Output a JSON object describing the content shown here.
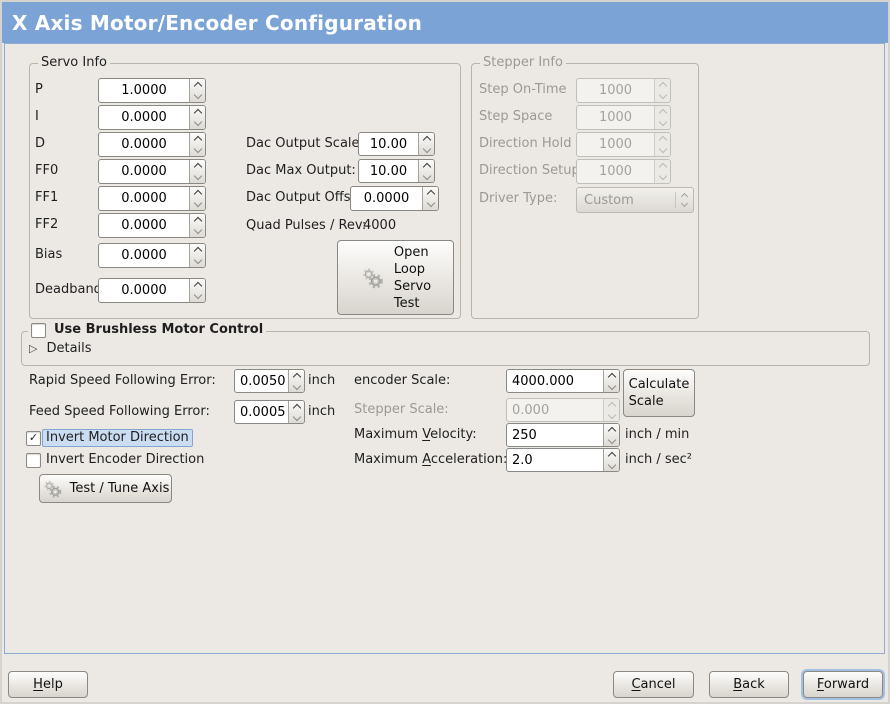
{
  "window": {
    "title": "X Axis Motor/Encoder Configuration"
  },
  "colors": {
    "titlebar": "#7ba3d6",
    "panel_border": "#8fadd2",
    "focus_highlight": "#cbddf2"
  },
  "icons": {
    "check": "✓",
    "expander_collapsed": "▷",
    "gear": "gears-icon"
  },
  "servo": {
    "title": "Servo Info",
    "fields": [
      {
        "label": "P",
        "value": "1.0000"
      },
      {
        "label": "I",
        "value": "0.0000"
      },
      {
        "label": "D",
        "value": "0.0000"
      },
      {
        "label": "FF0",
        "value": "0.0000"
      },
      {
        "label": "FF1",
        "value": "0.0000"
      },
      {
        "label": "FF2",
        "value": "0.0000"
      },
      {
        "label": "Bias",
        "value": "0.0000"
      },
      {
        "label": "Deadband",
        "value": "0.0000"
      }
    ],
    "dac": [
      {
        "label": "Dac Output Scale:",
        "value": "10.00"
      },
      {
        "label": "Dac Max Output:",
        "value": "10.00"
      },
      {
        "label": "Dac Output Offset:",
        "value": "0.0000"
      }
    ],
    "quad_pulses_label": "Quad Pulses / Rev:",
    "quad_pulses_value": "4000",
    "open_loop_button": "Open\nLoop\nServo\nTest"
  },
  "stepper": {
    "title": "Stepper Info",
    "fields": [
      {
        "label": "Step On-Time",
        "value": "1000"
      },
      {
        "label": "Step Space",
        "value": "1000"
      },
      {
        "label": "Direction Hold",
        "value": "1000"
      },
      {
        "label": "Direction Setup",
        "value": "1000"
      }
    ],
    "driver_type_label": "Driver Type:",
    "driver_type_value": "Custom"
  },
  "brushless": {
    "checkbox_label": "Use Brushless Motor Control",
    "checked": false,
    "details_label": "Details"
  },
  "tuning": {
    "rapid_error": {
      "label": "Rapid Speed Following Error:",
      "value": "0.0050",
      "unit": "inch"
    },
    "feed_error": {
      "label": "Feed Speed Following Error:",
      "value": "0.0005",
      "unit": "inch"
    },
    "invert_motor": {
      "label": "Invert Motor Direction",
      "checked": true
    },
    "invert_encoder": {
      "label": "Invert Encoder Direction",
      "checked": false
    },
    "test_tune_button": "Test / Tune Axis"
  },
  "scale": {
    "encoder_scale": {
      "label": "encoder Scale:",
      "value": "4000.000"
    },
    "stepper_scale": {
      "label": "Stepper Scale:",
      "value": "0.000"
    },
    "max_velocity": {
      "label_pre": "Maximum ",
      "label_mn": "V",
      "label_post": "elocity:",
      "value": "250",
      "unit": "inch / min"
    },
    "max_accel": {
      "label_pre": "Maximum ",
      "label_mn": "A",
      "label_post": "cceleration:",
      "value": "2.0",
      "unit": "inch / sec²"
    },
    "calculate_button": "Calculate\nScale"
  },
  "footer": {
    "help": {
      "mn": "H",
      "rest": "elp"
    },
    "cancel": {
      "mn": "C",
      "rest": "ancel"
    },
    "back": {
      "mn": "B",
      "rest": "ack"
    },
    "forward": {
      "mn": "F",
      "rest": "orward"
    }
  }
}
